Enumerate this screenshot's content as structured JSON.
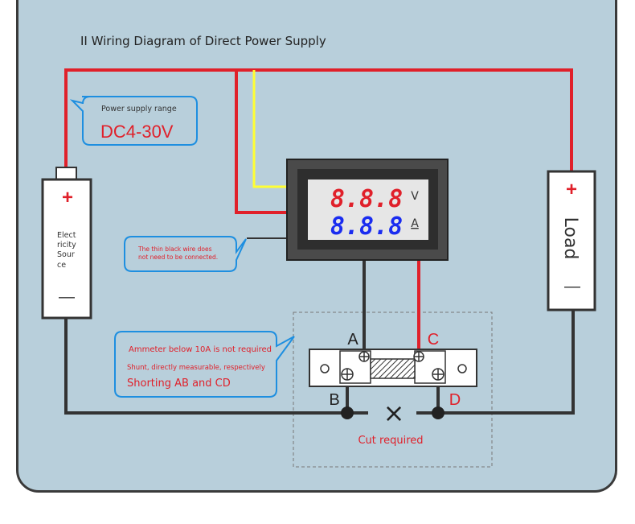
{
  "title": "II Wiring Diagram of Direct Power Supply",
  "power_bubble": {
    "label": "Power supply range",
    "value": "DC4-30V"
  },
  "battery": {
    "plus": "+",
    "minus": "—",
    "label_lines": [
      "Elect",
      "ricity",
      "Sour",
      "ce"
    ]
  },
  "load": {
    "plus": "+",
    "minus": "—",
    "label": "Load"
  },
  "meter": {
    "voltage_digits": "8.8.8",
    "voltage_unit": "V",
    "current_digits": "8.8.8",
    "current_unit": "A"
  },
  "thin_wire_bubble": {
    "text_lines": [
      "The thin black wire does",
      "not need to be connected."
    ]
  },
  "ammeter_bubble": {
    "line1": "Ammeter below 10A is not required",
    "line2": "Shunt, directly measurable, respectively",
    "line3": "Shorting AB and CD"
  },
  "shunt_labels": {
    "a": "A",
    "b": "B",
    "c": "C",
    "d": "D"
  },
  "cut_mark": "×",
  "cut_label": "Cut required",
  "colors": {
    "red_wire": "#e0202a",
    "black_wire": "#333333",
    "yellow_wire": "#ffff33",
    "blue_digits": "#1a2cf0",
    "bubble_fill": "#b8cfdb",
    "bubble_stroke": "#1e8fe0"
  }
}
